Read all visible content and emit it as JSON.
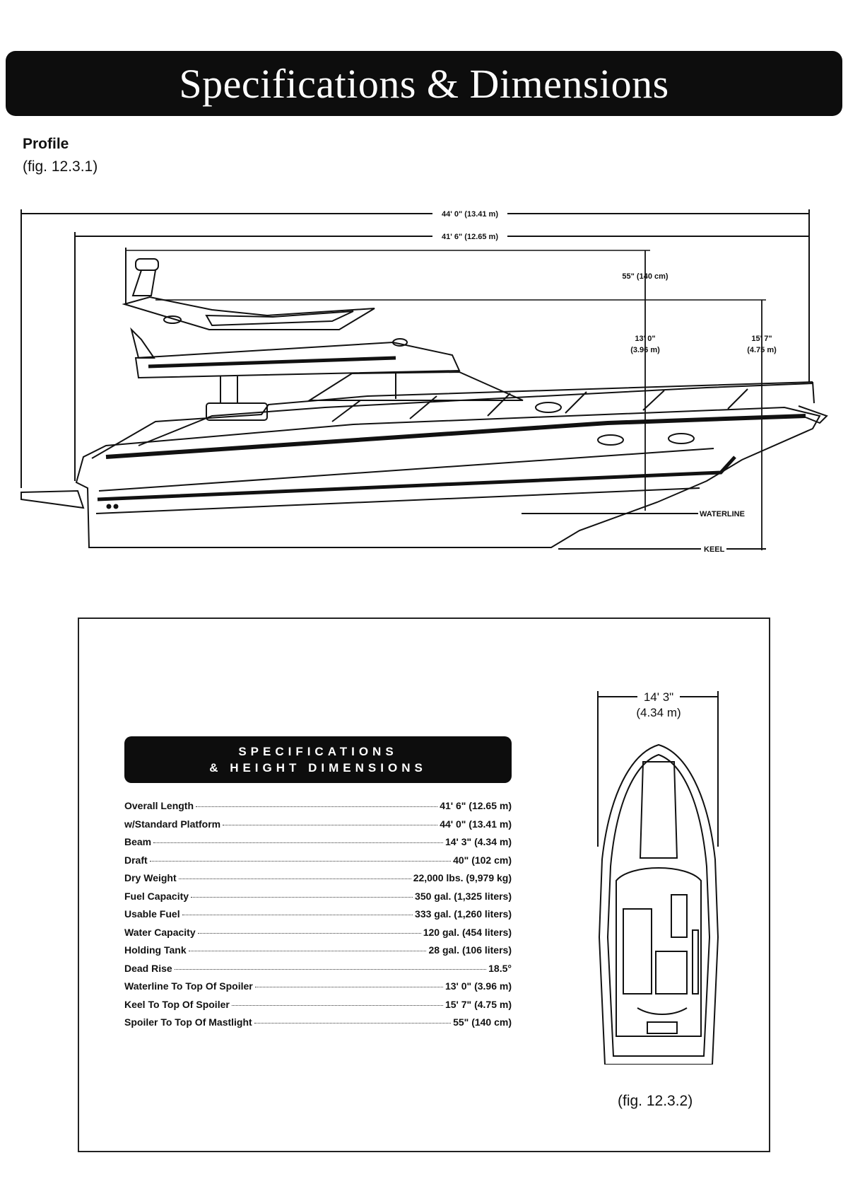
{
  "banner": {
    "title": "Specifications & Dimensions"
  },
  "profile": {
    "label": "Profile",
    "fig": "(fig. 12.3.1)",
    "dims": {
      "overall": "44' 0\" (13.41 m)",
      "hull": "41' 6\" (12.65 m)",
      "mast": "55\" (140 cm)",
      "waterline_line1": "13' 0\"",
      "waterline_line2": "(3.96 m)",
      "keel_line1": "15' 7\"",
      "keel_line2": "(4.75 m)",
      "waterline": "WATERLINE",
      "keel": "KEEL"
    }
  },
  "specs": {
    "header_line1": "SPECIFICATIONS",
    "header_line2": "& HEIGHT DIMENSIONS",
    "rows": [
      {
        "label": "Overall Length",
        "value": "41' 6\" (12.65 m)"
      },
      {
        "label": "w/Standard Platform",
        "value": "44' 0\" (13.41 m)"
      },
      {
        "label": "Beam",
        "value": "14' 3\" (4.34 m)"
      },
      {
        "label": "Draft",
        "value": "40\" (102 cm)"
      },
      {
        "label": "Dry Weight",
        "value": "22,000 lbs. (9,979 kg)"
      },
      {
        "label": "Fuel Capacity",
        "value": "350 gal. (1,325 liters)"
      },
      {
        "label": "Usable Fuel",
        "value": "333 gal. (1,260 liters)"
      },
      {
        "label": "Water Capacity",
        "value": "120 gal. (454 liters)"
      },
      {
        "label": "Holding Tank",
        "value": "28 gal. (106 liters)"
      },
      {
        "label": "Dead Rise",
        "value": "18.5°"
      },
      {
        "label": "Waterline To Top Of Spoiler",
        "value": "13' 0\" (3.96 m)"
      },
      {
        "label": "Keel To Top Of Spoiler",
        "value": "15' 7\" (4.75 m)"
      },
      {
        "label": "Spoiler To Top Of Mastlight",
        "value": "55\" (140 cm)"
      }
    ]
  },
  "top_view": {
    "beam_line1": "14' 3\"",
    "beam_line2": "(4.34 m)",
    "fig": "(fig. 12.3.2)"
  }
}
